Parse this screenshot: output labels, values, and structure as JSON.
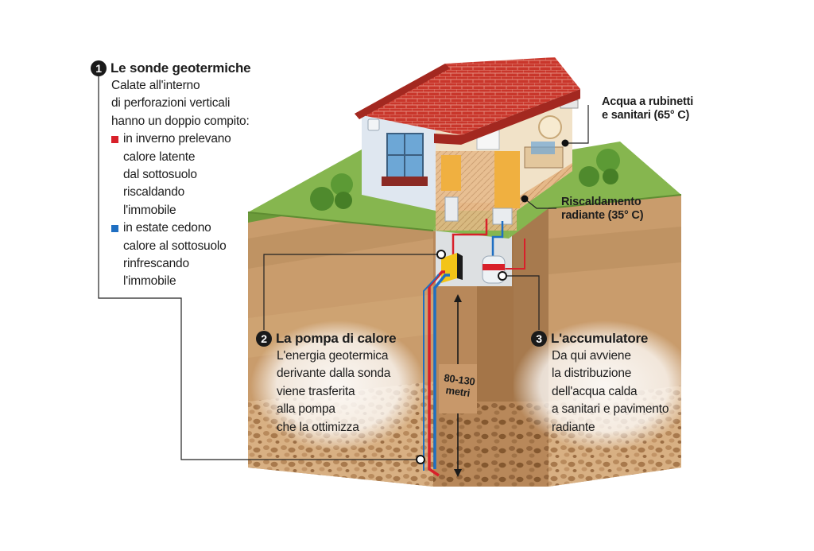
{
  "callouts": [
    {
      "number": "1",
      "title": "Le sonde geotermiche",
      "intro": [
        "Calate all'interno",
        "di perforazioni verticali",
        "hanno un doppio compito:"
      ],
      "bullets": [
        {
          "color": "#d8202a",
          "lines": [
            "in inverno prelevano",
            "calore latente",
            "dal sottosuolo",
            "riscaldando",
            "l'immobile"
          ]
        },
        {
          "color": "#1f6fc2",
          "lines": [
            "in estate cedono",
            "calore al sottosuolo",
            "rinfrescando",
            "l'immobile"
          ]
        }
      ]
    },
    {
      "number": "2",
      "title": "La pompa di calore",
      "lines": [
        "L'energia geotermica",
        "derivante dalla sonda",
        "viene trasferita",
        "alla pompa",
        "che la ottimizza"
      ]
    },
    {
      "number": "3",
      "title": "L'accumulatore",
      "lines": [
        "Da qui avviene",
        "la distribuzione",
        "dell'acqua calda",
        "a sanitari e pavimento",
        "radiante"
      ]
    }
  ],
  "labels": {
    "acqua": [
      "Acqua a rubinetti",
      "e sanitari (65° C)"
    ],
    "riscaldamento": [
      "Riscaldamento",
      "radiante (35° C)"
    ],
    "depth": [
      "80-130",
      "metri"
    ]
  },
  "colors": {
    "grass": "#86b64f",
    "soil_front": "#c99c6c",
    "soil_side": "#a77a4e",
    "roof": "#c9362b",
    "wall": "#dfe7f0",
    "pipe_hot": "#d8202a",
    "pipe_cold": "#1f6fc2"
  }
}
